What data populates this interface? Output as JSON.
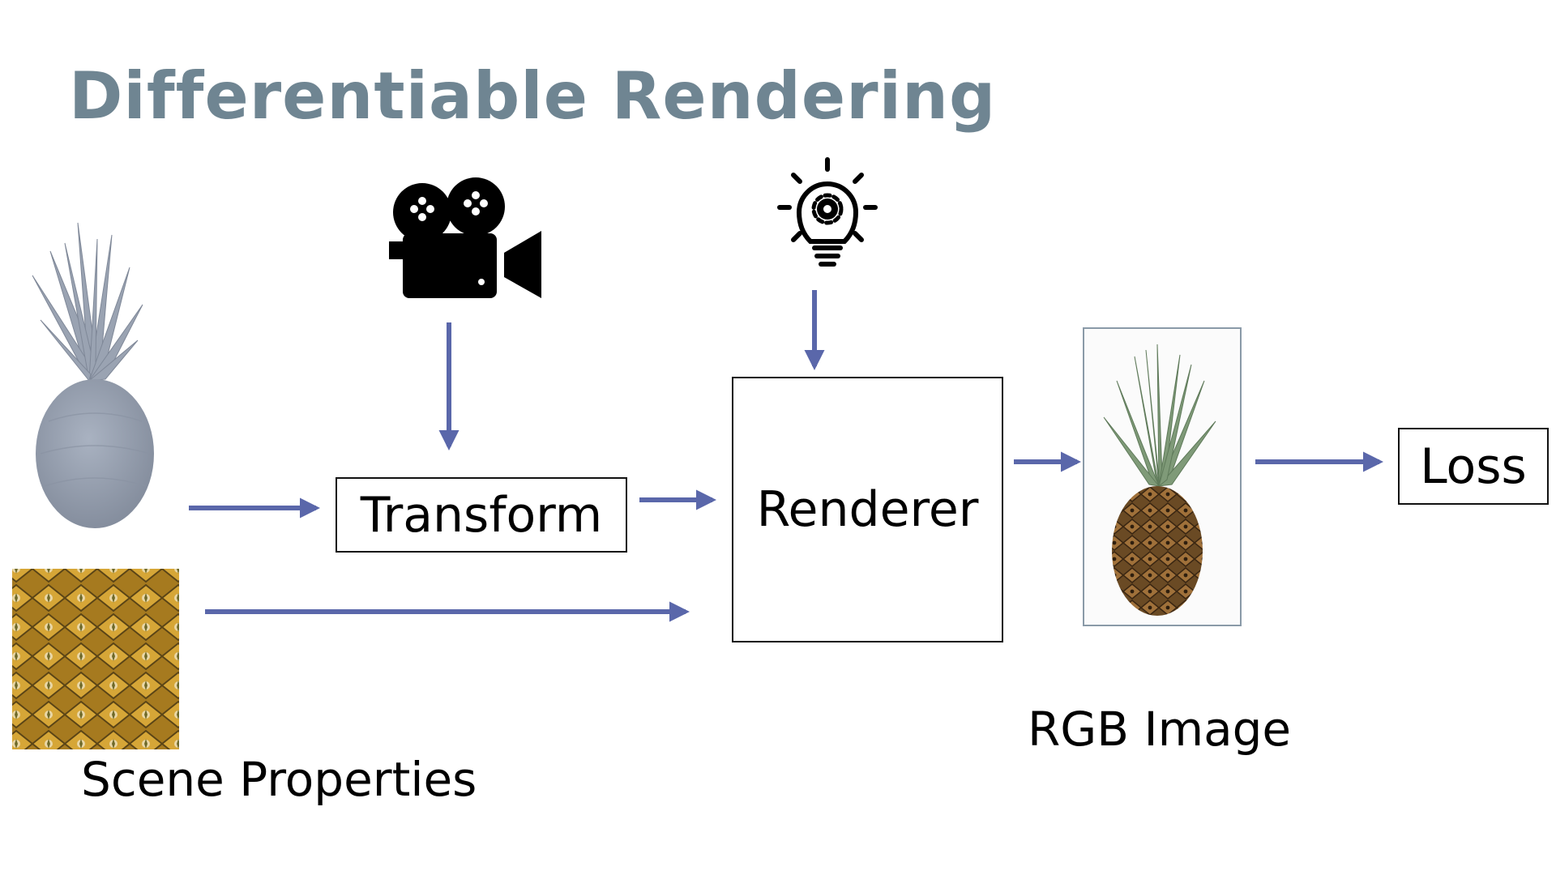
{
  "slide": {
    "title": "Differentiable Rendering"
  },
  "boxes": {
    "transform": "Transform",
    "renderer": "Renderer",
    "loss": "Loss"
  },
  "captions": {
    "scene_properties": "Scene Properties",
    "rgb_image": "RGB Image"
  },
  "icons": {
    "camera": "movie-camera-icon",
    "light": "lightbulb-gear-icon"
  },
  "colors": {
    "title": "#6f8592",
    "arrow": "#5a67aa"
  }
}
